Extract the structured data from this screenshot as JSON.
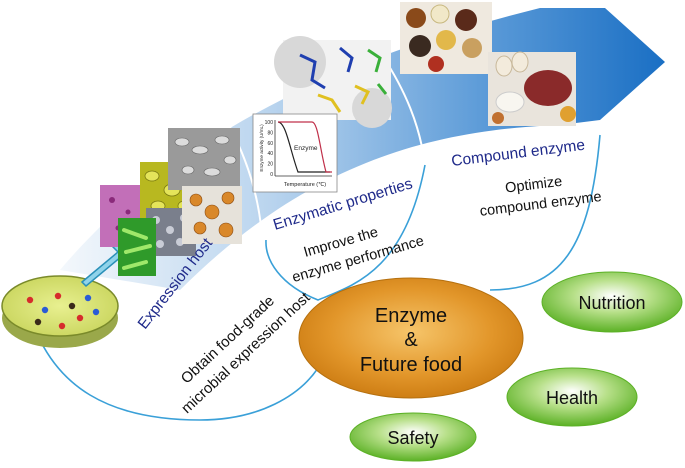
{
  "stages": [
    {
      "label": "Expression host",
      "description": [
        "Obtain food-grade",
        "microbial expression host"
      ]
    },
    {
      "label": "Enzymatic properties",
      "description": [
        "Improve the",
        "enzyme performance"
      ]
    },
    {
      "label": "Compound enzyme",
      "description": [
        "Optimize",
        "compound enzyme"
      ]
    }
  ],
  "center": {
    "line1": "Enzyme",
    "line2": "&",
    "line3": "Future food"
  },
  "outcomes": [
    "Nutrition",
    "Health",
    "Safety"
  ],
  "inset_chart": {
    "ylabel": "Enzyme activity (U/mL)",
    "xlabel": "Temperature (℃)",
    "curve_label": "Enzyme",
    "yticks": [
      "100",
      "80",
      "60",
      "40",
      "20",
      "0"
    ]
  },
  "colors": {
    "band_dark": "#1a6fc4",
    "band_light": "#dbe9f6",
    "stage_label": "#1f2a8a",
    "center_fill": "#d98a1a",
    "outcome_fill": "#6cbf2e",
    "outline": "#3aa0d8"
  }
}
